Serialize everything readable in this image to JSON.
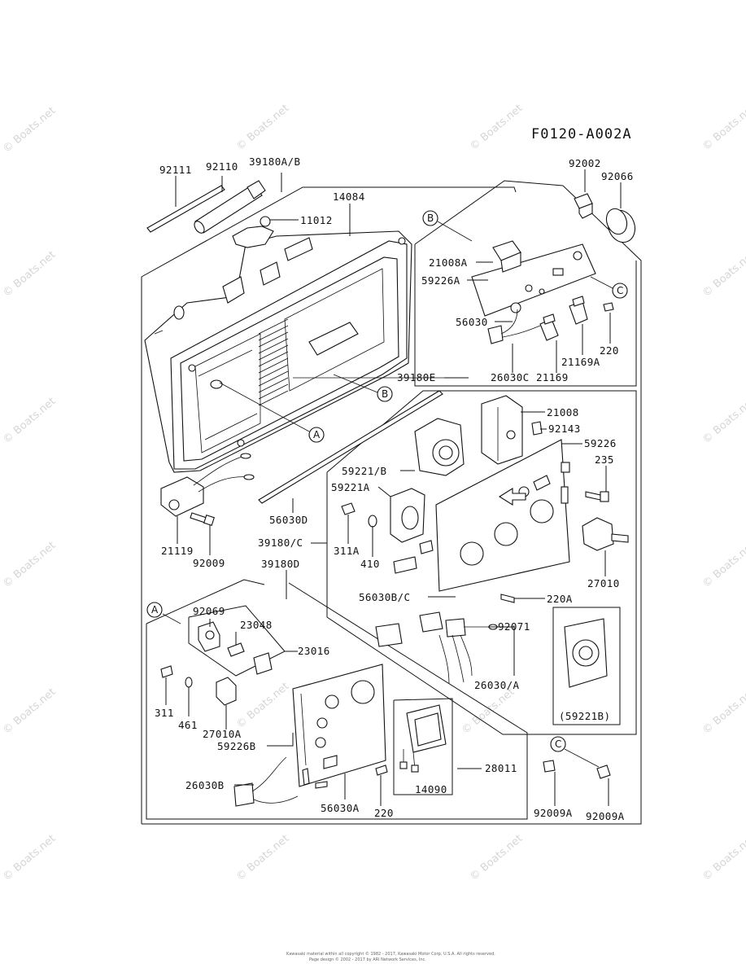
{
  "diagram_title": "F0120-A002A",
  "watermark_text": "© Boats.net",
  "footer_line1": "Kawasaki material within all copyright © 1982 - 2017, Kawasaki Motor Corp, U.S.A. All rights reserved.",
  "footer_line2": "Page design © 2002 - 2017 by ARI Network Services, Inc.",
  "callouts": {
    "A": "A",
    "B": "B",
    "C": "C"
  },
  "parts": {
    "p92111": "92111",
    "p92110": "92110",
    "p39180ab": "39180A/B",
    "p14084": "14084",
    "p11012": "11012",
    "p92002": "92002",
    "p92066": "92066",
    "p21008a": "21008A",
    "p59226a": "59226A",
    "p56030": "56030",
    "p220_top": "220",
    "p21169a": "21169A",
    "p26030c": "26030C",
    "p21169": "21169",
    "p39180e": "39180E",
    "p21008": "21008",
    "p92143": "92143",
    "p59226": "59226",
    "p59221b_slash": "59221/B",
    "p235": "235",
    "p59221a": "59221A",
    "p56030d": "56030D",
    "p21119": "21119",
    "p92009": "92009",
    "p39180c": "39180/C",
    "p311a": "311A",
    "p410": "410",
    "p27010": "27010",
    "p39180d": "39180D",
    "p56030bc": "56030B/C",
    "p220a": "220A",
    "p92069": "92069",
    "p23048": "23048",
    "p92071": "92071",
    "p23016": "23016",
    "p26030a_slash": "26030/A",
    "p311": "311",
    "p461": "461",
    "p27010a": "27010A",
    "p59221b_paren": "(59221B)",
    "p59226b": "59226B",
    "p28011": "28011",
    "p26030b": "26030B",
    "p14090": "14090",
    "p56030a": "56030A",
    "p220_bottom": "220",
    "p92009a_1": "92009A",
    "p92009a_2": "92009A"
  }
}
